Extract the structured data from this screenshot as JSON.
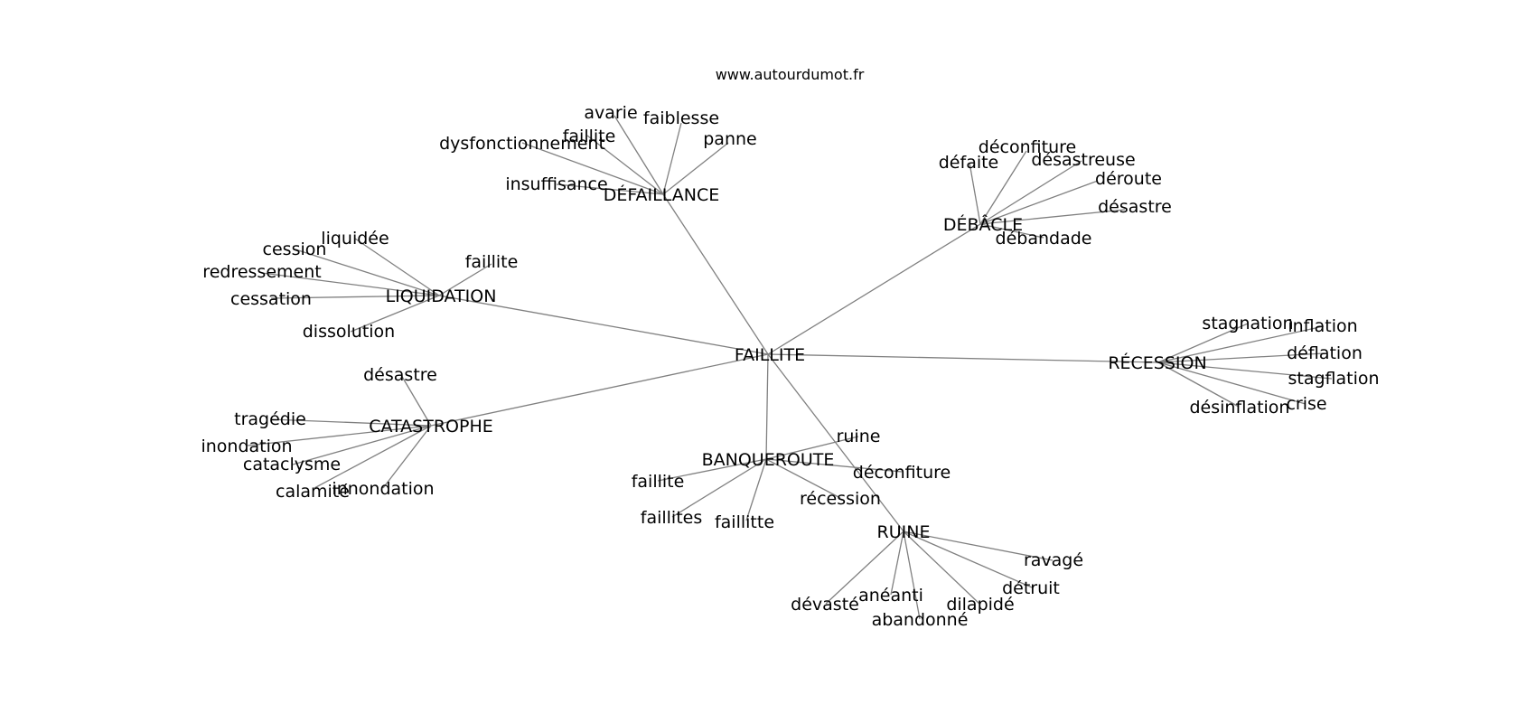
{
  "site_url": "www.autourdumot.fr",
  "center": "FAILLITE",
  "groups": [
    {
      "label": "DÉFAILLANCE",
      "words": [
        "avarie",
        "faiblesse",
        "panne",
        "faillite",
        "dysfonctionnement",
        "insuffisance"
      ]
    },
    {
      "label": "DÉBÂCLE",
      "words": [
        "défaite",
        "déconfiture",
        "désastreuse",
        "déroute",
        "désastre",
        "débandade"
      ]
    },
    {
      "label": "LIQUIDATION",
      "words": [
        "liquidée",
        "cession",
        "redressement",
        "cessation",
        "dissolution",
        "faillite"
      ]
    },
    {
      "label": "RÉCESSION",
      "words": [
        "stagnation",
        "inflation",
        "déflation",
        "stagflation",
        "crise",
        "désinflation"
      ]
    },
    {
      "label": "CATASTROPHE",
      "words": [
        "désastre",
        "tragédie",
        "inondation",
        "cataclysme",
        "calamité",
        "innondation"
      ]
    },
    {
      "label": "BANQUEROUTE",
      "words": [
        "ruine",
        "faillite",
        "faillites",
        "faillitte",
        "déconfiture",
        "récession"
      ]
    },
    {
      "label": "RUINE",
      "words": [
        "ravagé",
        "détruit",
        "dilapidé",
        "abandonné",
        "anéanti",
        "dévasté"
      ]
    }
  ]
}
